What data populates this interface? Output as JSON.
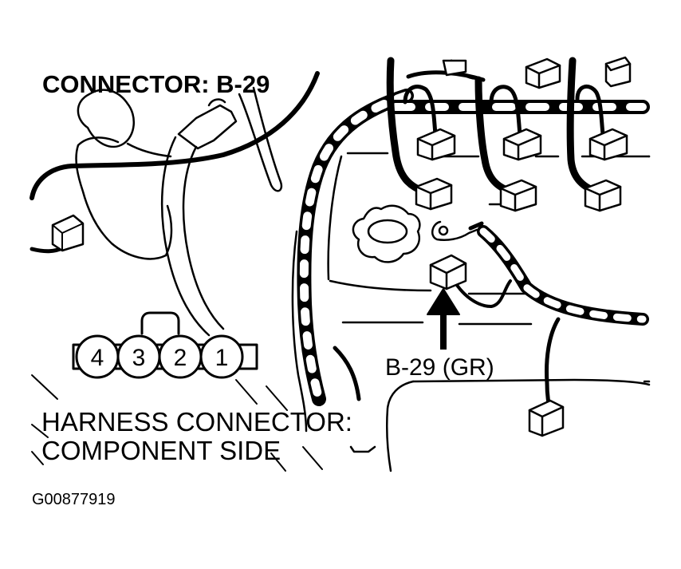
{
  "title": "CONNECTOR: B-29",
  "callout_label": "B-29 (GR)",
  "caption_line1": "HARNESS CONNECTOR:",
  "caption_line2": "COMPONENT SIDE",
  "pins": [
    "4",
    "3",
    "2",
    "1"
  ],
  "figure_id": "G00877919",
  "colors": {
    "ink": "#000000",
    "paper": "#ffffff"
  }
}
